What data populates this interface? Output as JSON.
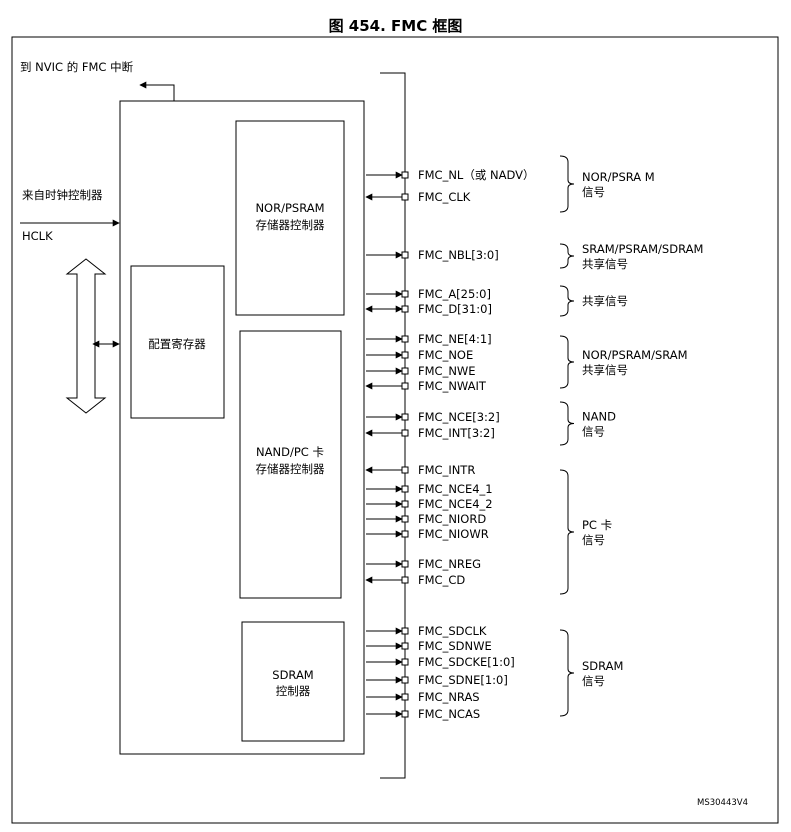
{
  "title": "图 454. FMC 框图",
  "to_nvic_label": "到 NVIC 的 FMC 中断",
  "clock_source_label": "来自时钟控制器",
  "hclk_label": "HCLK",
  "config_registers_label": "配置寄存器",
  "nor_controller": {
    "line1": "NOR/PSRAM",
    "line2": "存储器控制器"
  },
  "nand_controller": {
    "line1": "NAND/PC 卡",
    "line2": "存储器控制器"
  },
  "sdram_controller": {
    "line1": "SDRAM",
    "line2": "控制器"
  },
  "signals": [
    {
      "id": "nl",
      "label": "FMC_NL（或 NADV）",
      "dir": "out"
    },
    {
      "id": "clk",
      "label": "FMC_CLK",
      "dir": "in"
    },
    {
      "id": "nbl",
      "label": "FMC_NBL[3:0]",
      "dir": "out"
    },
    {
      "id": "a",
      "label": "FMC_A[25:0]",
      "dir": "out"
    },
    {
      "id": "d",
      "label": "FMC_D[31:0]",
      "dir": "bi"
    },
    {
      "id": "ne",
      "label": "FMC_NE[4:1]",
      "dir": "out"
    },
    {
      "id": "noe",
      "label": "FMC_NOE",
      "dir": "out"
    },
    {
      "id": "nwe",
      "label": "FMC_NWE",
      "dir": "out"
    },
    {
      "id": "nwait",
      "label": "FMC_NWAIT",
      "dir": "in"
    },
    {
      "id": "nce",
      "label": "FMC_NCE[3:2]",
      "dir": "out"
    },
    {
      "id": "int",
      "label": "FMC_INT[3:2]",
      "dir": "in"
    },
    {
      "id": "intr",
      "label": "FMC_INTR",
      "dir": "in"
    },
    {
      "id": "nce4_1",
      "label": "FMC_NCE4_1",
      "dir": "out"
    },
    {
      "id": "nce4_2",
      "label": "FMC_NCE4_2",
      "dir": "out"
    },
    {
      "id": "niord",
      "label": "FMC_NIORD",
      "dir": "out"
    },
    {
      "id": "niowr",
      "label": "FMC_NIOWR",
      "dir": "out"
    },
    {
      "id": "nreg",
      "label": "FMC_NREG",
      "dir": "out"
    },
    {
      "id": "cd",
      "label": "FMC_CD",
      "dir": "in"
    },
    {
      "id": "sdclk",
      "label": "FMC_SDCLK",
      "dir": "out"
    },
    {
      "id": "sdnwe",
      "label": "FMC_SDNWE",
      "dir": "out"
    },
    {
      "id": "sdcke",
      "label": "FMC_SDCKE[1:0]",
      "dir": "out"
    },
    {
      "id": "sdne",
      "label": "FMC_SDNE[1:0]",
      "dir": "out"
    },
    {
      "id": "nras",
      "label": "FMC_NRAS",
      "dir": "out"
    },
    {
      "id": "ncas",
      "label": "FMC_NCAS",
      "dir": "out"
    }
  ],
  "groups": [
    {
      "id": "nor-psram-signals",
      "line1": "NOR/PSRA M",
      "line2": "信号"
    },
    {
      "id": "shared-sram-signals",
      "line1": "SRAM/PSRAM/SDRAM",
      "line2": "共享信号"
    },
    {
      "id": "shared-signals",
      "line1": "共享信号",
      "line2": ""
    },
    {
      "id": "nor-psram-sram-signals",
      "line1": "NOR/PSRAM/SRAM",
      "line2": "共享信号"
    },
    {
      "id": "nand-signals",
      "line1": "NAND",
      "line2": "信号"
    },
    {
      "id": "pc-card-signals",
      "line1": "PC 卡",
      "line2": "信号"
    },
    {
      "id": "sdram-signals",
      "line1": "SDRAM",
      "line2": "信号"
    }
  ],
  "figure_code": "MS30443V4"
}
